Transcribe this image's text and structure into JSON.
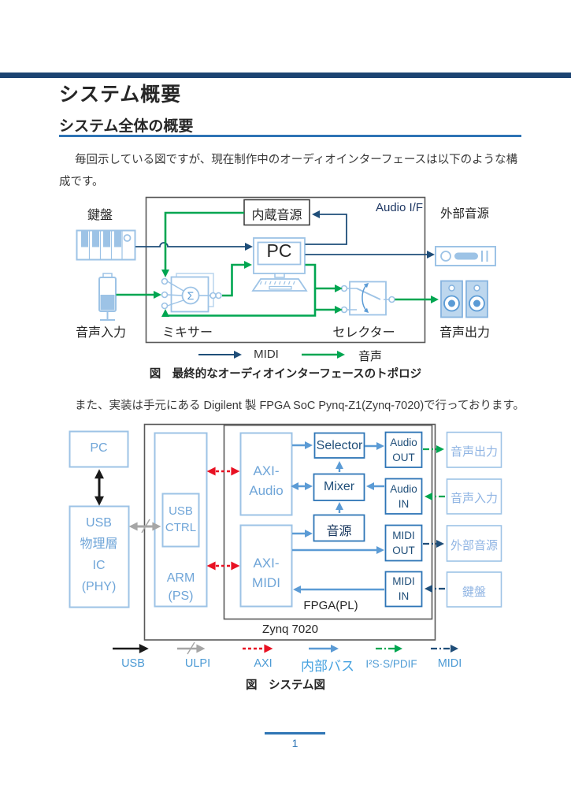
{
  "page": {
    "title": "システム概要",
    "subtitle": "システム全体の概要",
    "paragraph1_line1": "毎回示している図ですが、現在制作中のオーディオインターフェースは以下のような構",
    "paragraph1_line2": "成です。",
    "paragraph2": "また、実装は手元にある Digilent 製 FPGA SoC Pynq-Z1(Zynq-7020)で行っております。",
    "page_number": "1"
  },
  "diagram1": {
    "caption": "図　最終的なオーディオインターフェースのトポロジ",
    "audio_if_label": "Audio I/F",
    "labels": {
      "keyboard": "鍵盤",
      "internal_source": "内蔵音源",
      "external_source": "外部音源",
      "pc": "PC",
      "audio_input": "音声入力",
      "mixer": "ミキサー",
      "selector": "セレクター",
      "audio_output": "音声出力",
      "sigma": "Σ"
    },
    "legend": {
      "midi": "MIDI",
      "audio": "音声"
    }
  },
  "diagram2": {
    "caption": "図　システム図",
    "zynq_label": "Zynq 7020",
    "fpga_label": "FPGA(PL)",
    "boxes": {
      "pc": "PC",
      "phy": [
        "USB",
        "物理層",
        "IC",
        "(PHY)"
      ],
      "usb_ctrl": [
        "USB",
        "CTRL"
      ],
      "arm": [
        "ARM",
        "(PS)"
      ],
      "axi_audio": [
        "AXI-",
        "Audio"
      ],
      "axi_midi": [
        "AXI-",
        "MIDI"
      ],
      "selector": "Selector",
      "mixer": "Mixer",
      "sound_source": "音源",
      "audio_out": [
        "Audio",
        "OUT"
      ],
      "audio_in": [
        "Audio",
        "IN"
      ],
      "midi_out": [
        "MIDI",
        "OUT"
      ],
      "midi_in": [
        "MIDI",
        "IN"
      ],
      "ext_audio_out": "音声出力",
      "ext_audio_in": "音声入力",
      "ext_source": "外部音源",
      "ext_keyboard": "鍵盤"
    },
    "legend": {
      "usb": "USB",
      "ulpi": "ULPI",
      "axi": "AXI",
      "internal_bus": "内部バス",
      "i2s_spdif": "I²S·S/PDIF",
      "midi": "MIDI"
    }
  },
  "colors": {
    "header_bar": "#1C4472",
    "heading_rule": "#2E74B5",
    "midi_line": "#1F4E79",
    "audio_line": "#00A651",
    "icon_blue": "#9DC3E6",
    "bus_blue": "#5B9BD5",
    "axi_red": "#E81123",
    "ulpi_gray": "#A6A6A6",
    "usb_black": "#1A1A1A",
    "footer_blue": "#2E75B5"
  }
}
